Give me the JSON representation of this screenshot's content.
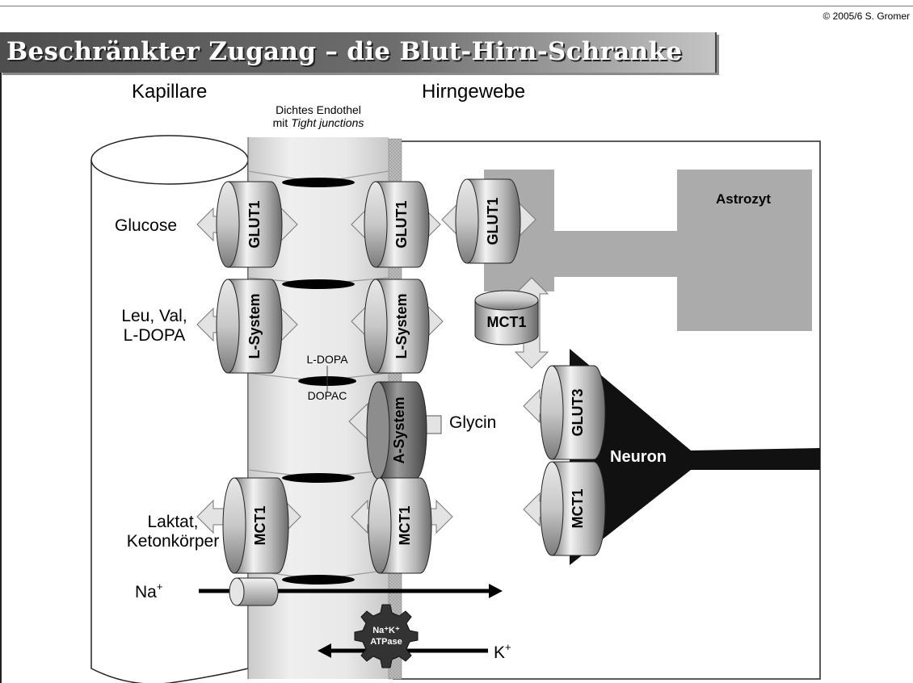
{
  "copyright": "© 2005/6 S. Gromer",
  "title": "Beschränkter Zugang – die Blut-Hirn-Schranke",
  "labels": {
    "capillary": "Kapillare",
    "brain_tissue": "Hirngewebe",
    "endothel_line1": "Dichtes Endothel",
    "endothel_line2_prefix": "mit ",
    "endothel_line2_em": "Tight junctions",
    "astrocyte": "Astrozyt",
    "neuron": "Neuron"
  },
  "substrates": {
    "glucose": "Glucose",
    "leu_val_line1": "Leu, Val,",
    "leu_val_line2": "L-DOPA",
    "laktat_line1": "Laktat,",
    "laktat_line2": "Ketonkörper",
    "glycin": "Glycin",
    "na": "Na",
    "na_sup": "+",
    "k": "K",
    "k_sup": "+",
    "ldopa": "L-DOPA",
    "dopac": "DOPAC"
  },
  "transporters": {
    "glut1": "GLUT1",
    "glut3": "GLUT3",
    "l_system": "L-System",
    "a_system": "A-System",
    "mct1": "MCT1"
  },
  "atpase": {
    "line1": "Na⁺K⁺",
    "line2": "ATPase"
  }
}
